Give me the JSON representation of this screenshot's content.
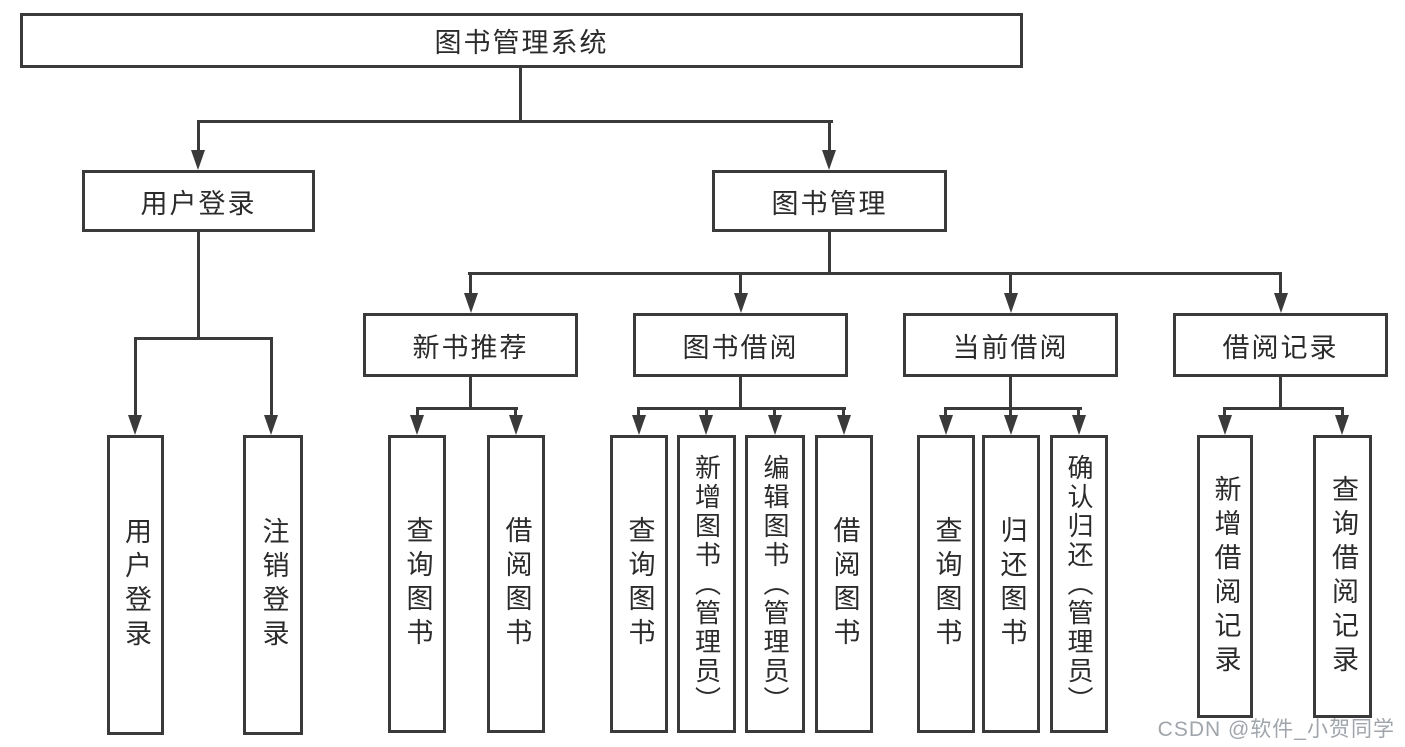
{
  "diagram": {
    "root": "图书管理系统",
    "level2": [
      {
        "label": "用户登录"
      },
      {
        "label": "图书管理"
      }
    ],
    "level3": [
      {
        "label": "新书推荐"
      },
      {
        "label": "图书借阅"
      },
      {
        "label": "当前借阅"
      },
      {
        "label": "借阅记录"
      }
    ],
    "leaves": {
      "userLogin": [
        "用户登录",
        "注销登录"
      ],
      "newBooks": [
        "查询图书",
        "借阅图书"
      ],
      "bookBorrow": [
        "查询图书",
        "新增图书（管理员）",
        "编辑图书（管理员）",
        "借阅图书"
      ],
      "currentBorrow": [
        "查询图书",
        "归还图书",
        "确认归还（管理员）"
      ],
      "borrowRecords": [
        "新增借阅记录",
        "查询借阅记录"
      ]
    }
  },
  "watermark": "CSDN @软件_小贺同学",
  "colors": {
    "line": "#3a3a3a",
    "text": "#2b2b2b",
    "watermark": "#9aa0a6",
    "background": "#ffffff"
  }
}
